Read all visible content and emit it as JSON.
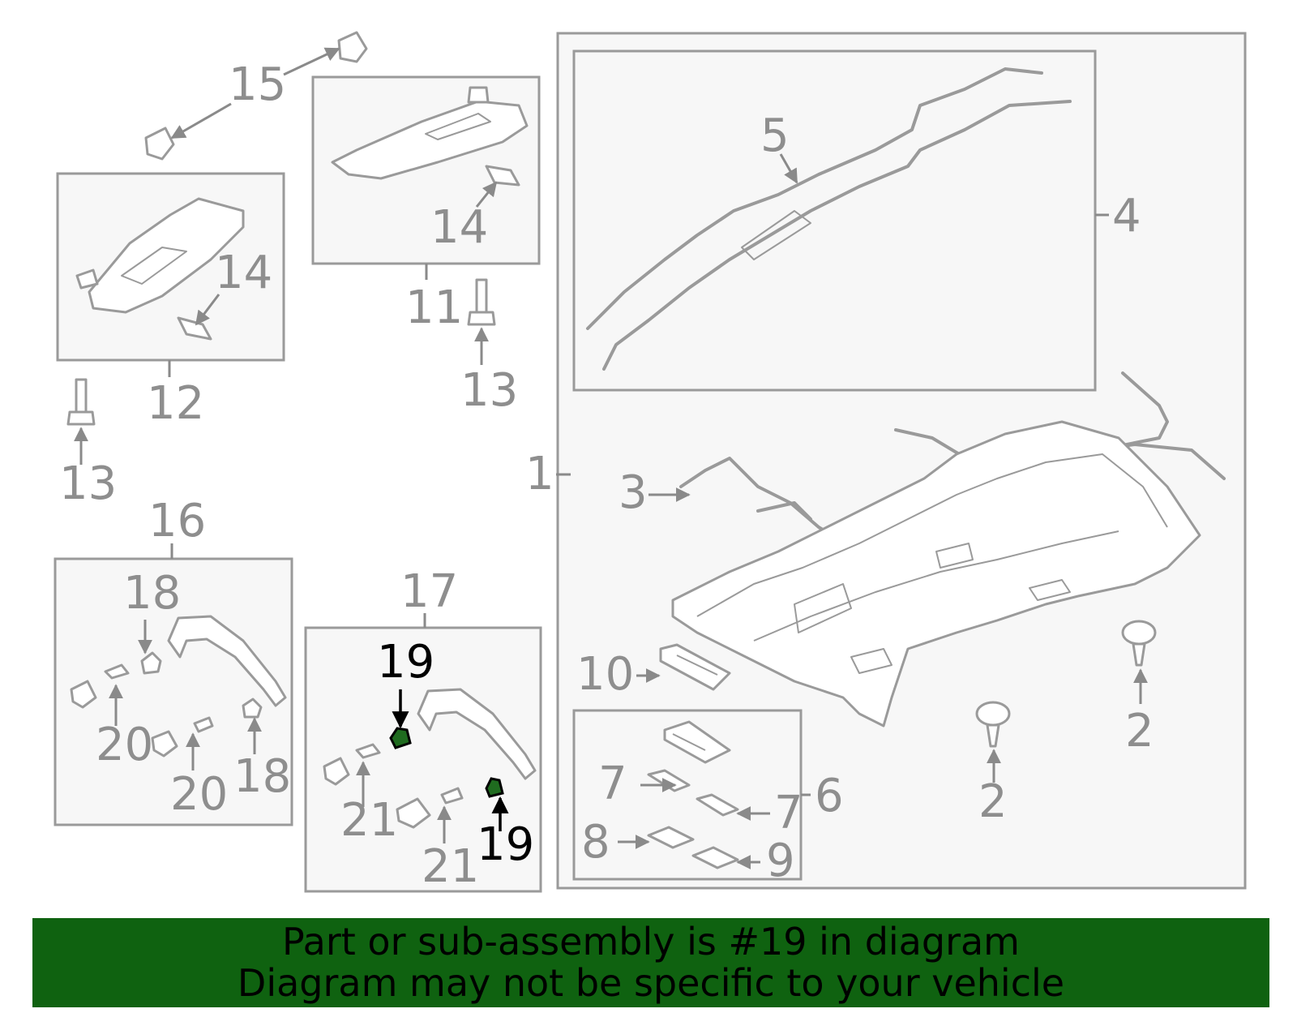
{
  "callouts": {
    "c1": "1",
    "c2a": "2",
    "c2b": "2",
    "c3": "3",
    "c4": "4",
    "c5": "5",
    "c6": "6",
    "c7a": "7",
    "c7b": "7",
    "c8": "8",
    "c9": "9",
    "c10": "10",
    "c11": "11",
    "c12": "12",
    "c13a": "13",
    "c13b": "13",
    "c14a": "14",
    "c14b": "14",
    "c15": "15",
    "c16": "16",
    "c17": "17",
    "c18a": "18",
    "c18b": "18",
    "c19a": "19",
    "c19b": "19",
    "c20a": "20",
    "c20b": "20",
    "c21a": "21",
    "c21b": "21"
  },
  "highlight": {
    "part_number": "19",
    "color": "#1f6b1f"
  },
  "banner": {
    "line1": "Part or sub-assembly is #19 in diagram",
    "line2": "Diagram may not be specific to your vehicle",
    "background": "#0f6210"
  }
}
